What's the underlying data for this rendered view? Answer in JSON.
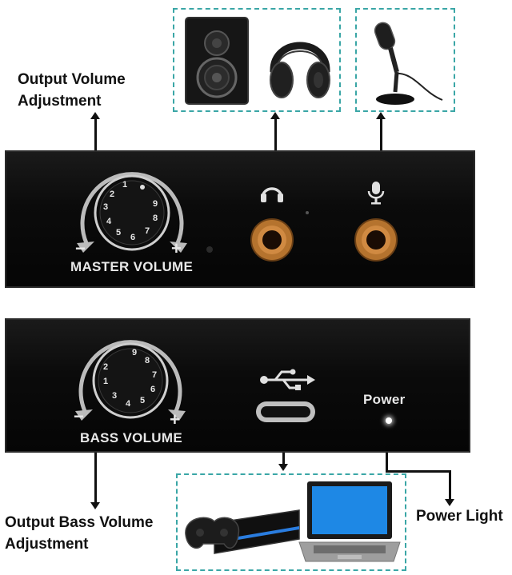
{
  "callouts": {
    "output_volume": "Output Volume\nAdjustment",
    "output_bass_volume": "Output Bass Volume\nAdjustment",
    "power_light": "Power Light"
  },
  "top_panel": {
    "knob_label": "MASTER VOLUME",
    "minus": "−",
    "plus": "+",
    "dial_numbers": [
      "1",
      "2",
      "3",
      "4",
      "5",
      "6",
      "7",
      "8",
      "9"
    ]
  },
  "bottom_panel": {
    "knob_label": "BASS VOLUME",
    "minus": "−",
    "plus": "+",
    "power_label": "Power",
    "dial_numbers": [
      "1",
      "2",
      "3",
      "4",
      "5",
      "6",
      "7",
      "8",
      "9"
    ]
  },
  "icons": [
    "speaker-icon",
    "headphones-icon",
    "microphone-icon",
    "usb-icon",
    "game-console-icon",
    "laptop-icon"
  ],
  "colors": {
    "dashed_border": "#3aa6a6",
    "jack_copper": "#b5732e",
    "panel": "#0b0b0b"
  }
}
